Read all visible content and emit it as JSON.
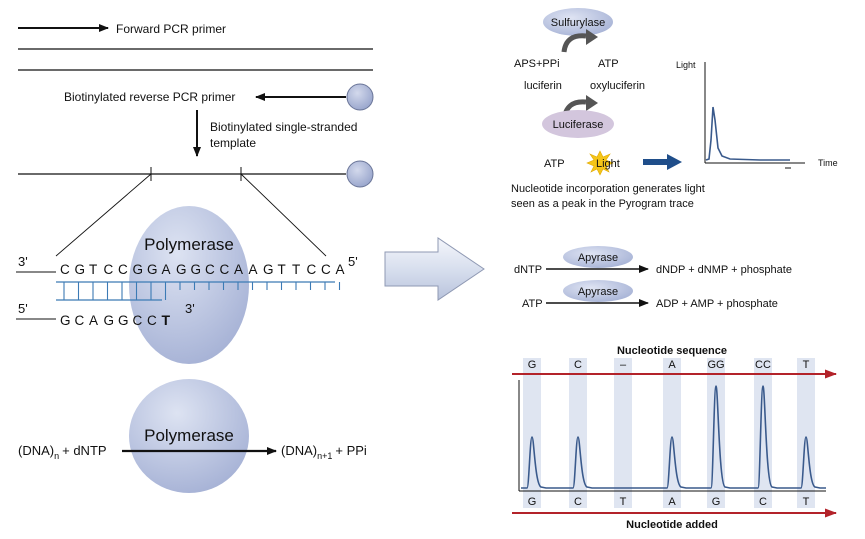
{
  "pcr": {
    "forward_primer": "Forward PCR primer",
    "reverse_primer": "Biotinylated reverse PCR primer",
    "template_line1": "Biotinylated single-stranded",
    "template_line2": "template"
  },
  "sequencing": {
    "polymerase": "Polymerase",
    "top_3prime": "3'",
    "top_5prime": "5'",
    "bottom_5prime": "5'",
    "bottom_3prime": "3'",
    "top_strand": [
      "C",
      "G",
      "T",
      "C",
      "C",
      "G",
      "G",
      "A",
      "G",
      "G",
      "C",
      "C",
      "A",
      "A",
      "G",
      "T",
      "T",
      "C",
      "C",
      "A"
    ],
    "bottom_strand": [
      "G",
      "C",
      "A",
      "G",
      "G",
      "C",
      "C"
    ],
    "incorporated_base": "T"
  },
  "reaction": {
    "polymerase": "Polymerase",
    "lhs_dna": "(DNA)",
    "lhs_sub": "n",
    "lhs_rest": "+ dNTP",
    "rhs_dna": "(DNA)",
    "rhs_sub": "n+1",
    "rhs_rest": "+ PPi"
  },
  "light_cascade": {
    "sulfurylase": "Sulfurylase",
    "aps_ppi": "APS+PPi",
    "atp_top": "ATP",
    "luciferin": "luciferin",
    "oxyluciferin": "oxyluciferin",
    "luciferase": "Luciferase",
    "atp_bottom": "ATP",
    "light": "Light",
    "caption_line1": "Nucleotide incorporation generates light",
    "caption_line2": "seen as a peak in the Pyrogram trace",
    "mini_y_label": "Light",
    "mini_x_label": "Time"
  },
  "apyrase": {
    "enzyme1": "Apyrase",
    "substrate1": "dNTP",
    "product1": "dNDP + dNMP + phosphate",
    "enzyme2": "Apyrase",
    "substrate2": "ATP",
    "product2": "ADP + AMP + phosphate"
  },
  "pyrogram": {
    "top_title": "Nucleotide sequence",
    "bottom_title": "Nucleotide added",
    "sequence_labels": [
      "G",
      "C",
      "–",
      "A",
      "GG",
      "CC",
      "T"
    ],
    "added_labels": [
      "G",
      "C",
      "T",
      "A",
      "G",
      "C",
      "T"
    ],
    "peak_heights": [
      1,
      1,
      0,
      1,
      2,
      2,
      1
    ]
  },
  "colors": {
    "enzyme_fill": "#b9c3e0",
    "trace": "#3a5a8c",
    "red_arrow": "#b3232a",
    "dna_blue": "#3c7bb5",
    "navy_arrow": "#1f4e8a",
    "lane_fill": "#dfe5f1"
  }
}
